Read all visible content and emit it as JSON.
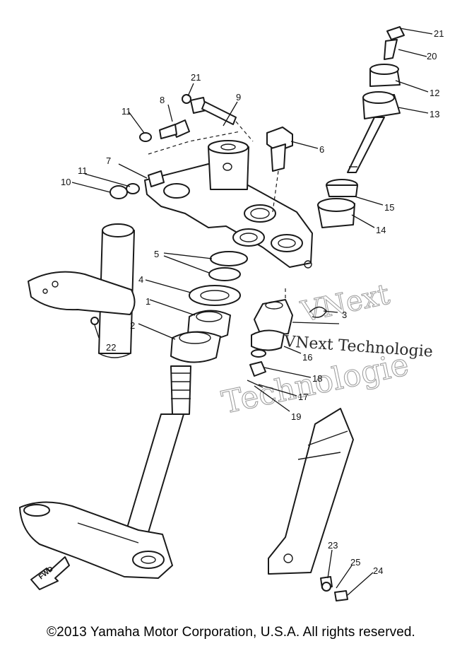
{
  "diagram": {
    "callouts": [
      "1",
      "2",
      "3",
      "4",
      "5",
      "6",
      "7",
      "8",
      "9",
      "10",
      "11",
      "11",
      "12",
      "13",
      "14",
      "15",
      "16",
      "17",
      "18",
      "19",
      "20",
      "21",
      "21",
      "22",
      "23",
      "24",
      "25"
    ],
    "fwd_label": "FWD"
  },
  "watermark": {
    "line1": "VNext",
    "line2": "Technologie",
    "line3": "VNext Technologie"
  },
  "footer": {
    "copyright": "©2013 Yamaha Motor Corporation, U.S.A. All rights reserved."
  }
}
